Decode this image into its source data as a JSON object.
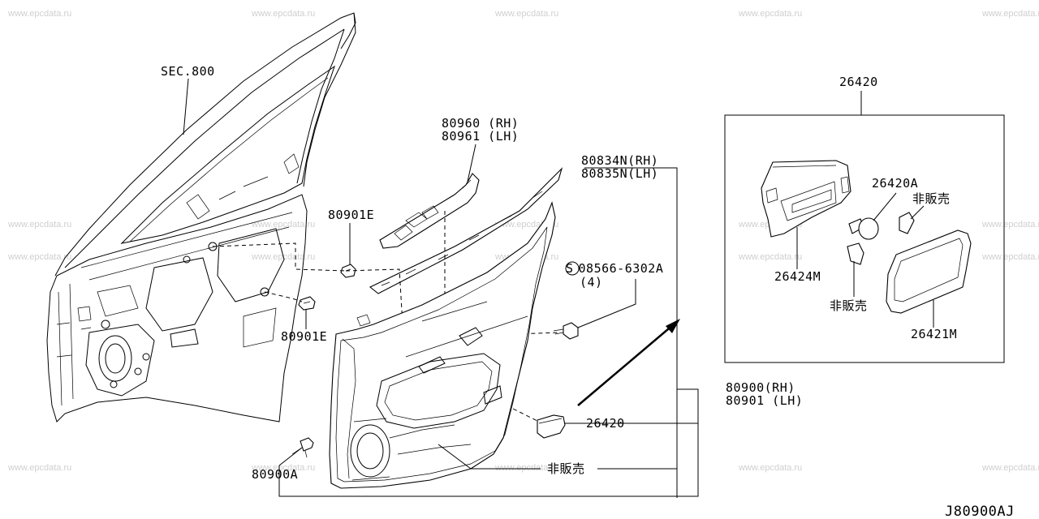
{
  "watermark_text": "www.epcdata.ru",
  "diagram_code": "J80900AJ",
  "labels": {
    "sec800": "SEC.800",
    "p80960": "80960 (RH)",
    "p80961": "80961 (LH)",
    "p80834": "80834N(RH)",
    "p80835": "80835N(LH)",
    "p80901e_top": "80901E",
    "p80901e_bot": "80901E",
    "screw": "08566-6302A",
    "screw_symbol": "S",
    "screw_qty": "(4)",
    "p80900": "80900(RH)",
    "p80901": "80901 (LH)",
    "p26420_main": "26420",
    "p80900a": "80900A",
    "not_sold_main": "非販売",
    "box_title": "26420",
    "p26420a": "26420A",
    "not_sold_box1": "非販売",
    "not_sold_box2": "非販売",
    "p26424m": "26424M",
    "p26421m": "26421M"
  }
}
